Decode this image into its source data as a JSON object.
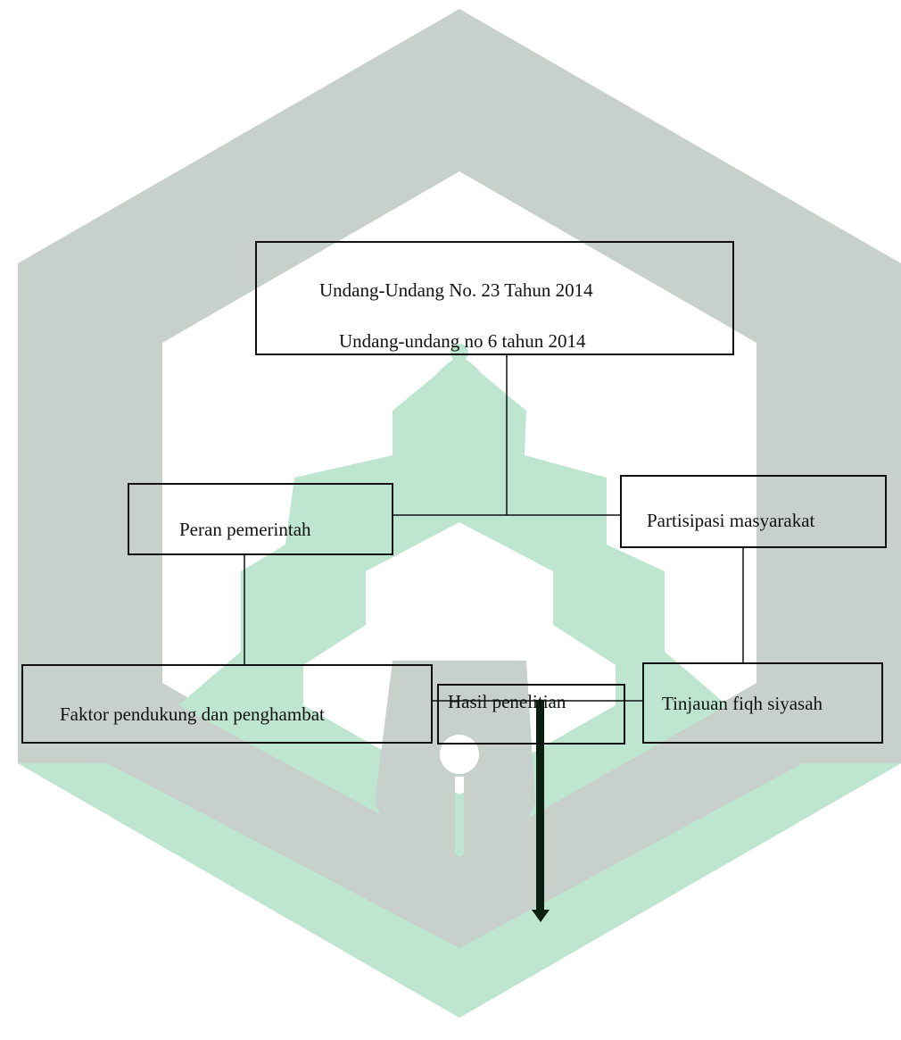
{
  "watermark": {
    "icon": "university-logo-icon",
    "colors": {
      "gray": "#c8d0cc",
      "green": "#bde5d0"
    }
  },
  "diagram": {
    "line_color": "#111111",
    "boxes": {
      "law": {
        "line1": "Undang-Undang No. 23 Tahun 2014",
        "line2": "Undang-undang no 6 tahun 2014"
      },
      "government": "Peran pemerintah",
      "participation": "Partisipasi masyarakat",
      "factors": "Faktor pendukung dan penghambat",
      "fiqh": "Tinjauan fiqh siyasah",
      "result": "Hasil penelitian"
    }
  }
}
